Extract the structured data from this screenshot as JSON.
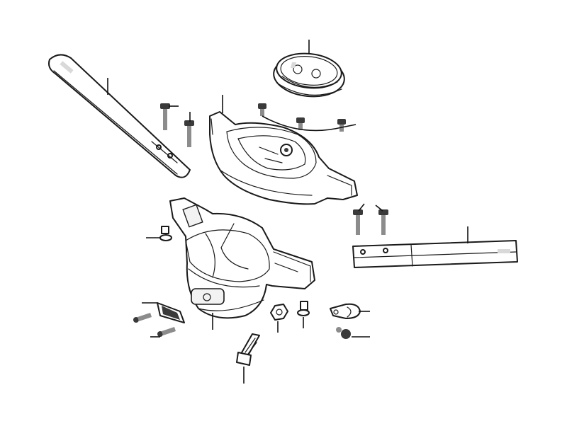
{
  "diagram": {
    "parts": [
      {
        "name": "left-handlebar-tube",
        "callout": ""
      },
      {
        "name": "meter-cover-lens",
        "callout": ""
      },
      {
        "name": "upper-handle-cover",
        "callout": ""
      },
      {
        "name": "right-handlebar-tube",
        "callout": ""
      },
      {
        "name": "lower-handle-cover",
        "callout": ""
      },
      {
        "name": "handlebar-bolts",
        "callout": ""
      },
      {
        "name": "cover-screws",
        "callout": ""
      },
      {
        "name": "steering-bolt",
        "callout": ""
      },
      {
        "name": "nut",
        "callout": ""
      },
      {
        "name": "cable-clamp",
        "callout": ""
      },
      {
        "name": "flange-screw",
        "callout": ""
      },
      {
        "name": "emblem-plate",
        "callout": ""
      }
    ]
  }
}
